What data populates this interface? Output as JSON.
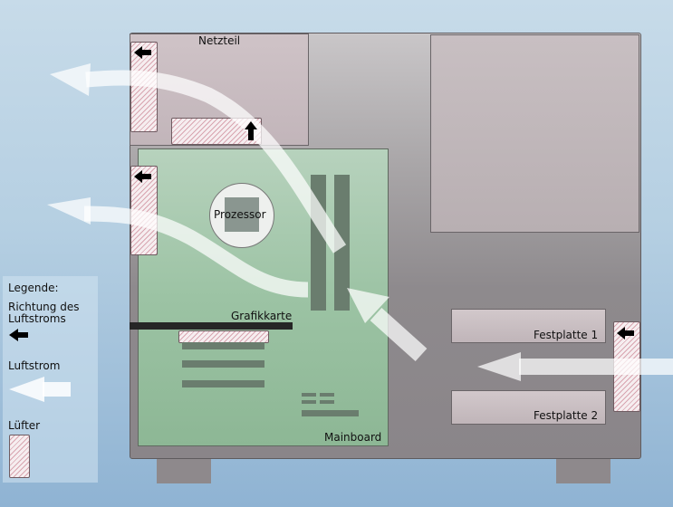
{
  "labels": {
    "psu": "Netzteil",
    "cpu": "Prozessor",
    "gpu": "Grafikkarte",
    "hdd1": "Festplatte 1",
    "hdd2": "Festplatte 2",
    "mainboard": "Mainboard"
  },
  "legend": {
    "title": "Legende:",
    "direction": "Richtung des Luftstroms",
    "airflow": "Luftstrom",
    "fan": "Lüfter"
  },
  "colors": {
    "case": "#8e8a8d",
    "mainboard": "#9cc3a4",
    "airflow": "#ffffff",
    "fan_hatch": "#d8a5b0"
  }
}
